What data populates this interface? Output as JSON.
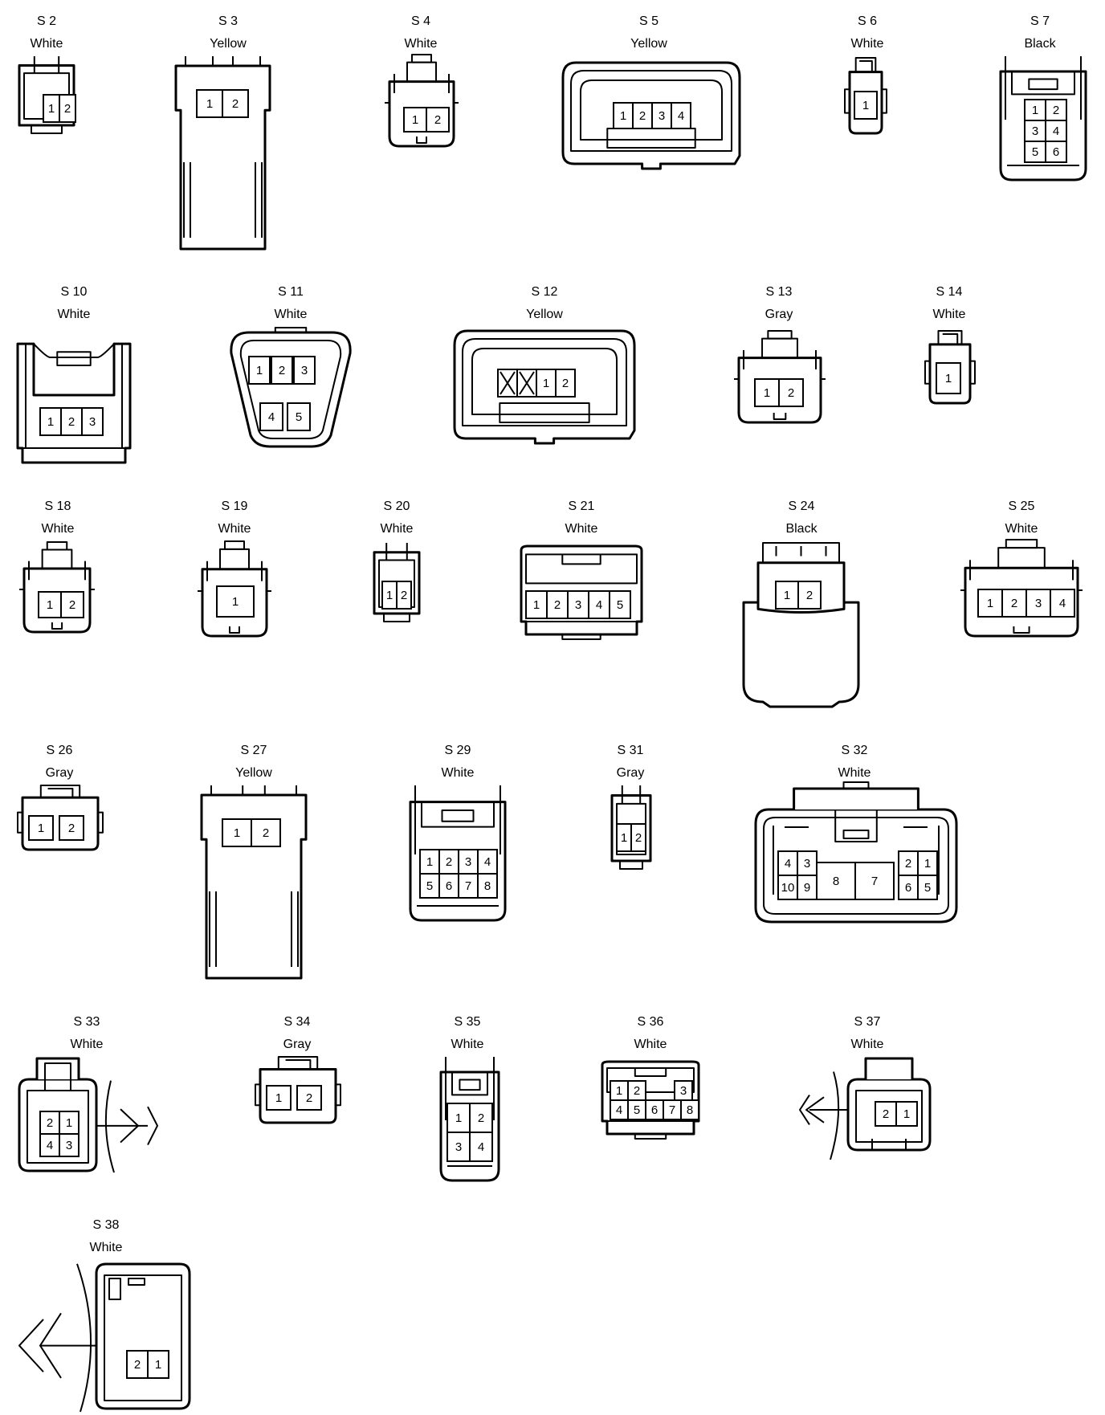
{
  "connectors": [
    {
      "id": "S 2",
      "color": "White",
      "pins": [
        "1",
        "2"
      ]
    },
    {
      "id": "S 3",
      "color": "Yellow",
      "pins": [
        "1",
        "2"
      ]
    },
    {
      "id": "S 4",
      "color": "White",
      "pins": [
        "1",
        "2"
      ]
    },
    {
      "id": "S 5",
      "color": "Yellow",
      "pins": [
        "1",
        "2",
        "3",
        "4"
      ]
    },
    {
      "id": "S 6",
      "color": "White",
      "pins": [
        "1"
      ]
    },
    {
      "id": "S 7",
      "color": "Black",
      "pins": [
        "1",
        "2",
        "3",
        "4",
        "5",
        "6"
      ]
    },
    {
      "id": "S 10",
      "color": "White",
      "pins": [
        "1",
        "2",
        "3"
      ]
    },
    {
      "id": "S 11",
      "color": "White",
      "pins": [
        "1",
        "2",
        "3",
        "4",
        "5"
      ]
    },
    {
      "id": "S 12",
      "color": "Yellow",
      "pins": [
        "1",
        "2"
      ]
    },
    {
      "id": "S 13",
      "color": "Gray",
      "pins": [
        "1",
        "2"
      ]
    },
    {
      "id": "S 14",
      "color": "White",
      "pins": [
        "1"
      ]
    },
    {
      "id": "S 18",
      "color": "White",
      "pins": [
        "1",
        "2"
      ]
    },
    {
      "id": "S 19",
      "color": "White",
      "pins": [
        "1"
      ]
    },
    {
      "id": "S 20",
      "color": "White",
      "pins": [
        "1",
        "2"
      ]
    },
    {
      "id": "S 21",
      "color": "White",
      "pins": [
        "1",
        "2",
        "3",
        "4",
        "5"
      ]
    },
    {
      "id": "S 24",
      "color": "Black",
      "pins": [
        "1",
        "2"
      ]
    },
    {
      "id": "S 25",
      "color": "White",
      "pins": [
        "1",
        "2",
        "3",
        "4"
      ]
    },
    {
      "id": "S 26",
      "color": "Gray",
      "pins": [
        "1",
        "2"
      ]
    },
    {
      "id": "S 27",
      "color": "Yellow",
      "pins": [
        "1",
        "2"
      ]
    },
    {
      "id": "S 29",
      "color": "White",
      "pins": [
        "1",
        "2",
        "3",
        "4",
        "5",
        "6",
        "7",
        "8"
      ]
    },
    {
      "id": "S 31",
      "color": "Gray",
      "pins": [
        "1",
        "2"
      ]
    },
    {
      "id": "S 32",
      "color": "White",
      "pins": [
        "4",
        "3",
        "2",
        "1",
        "10",
        "9",
        "8",
        "7",
        "6",
        "5"
      ]
    },
    {
      "id": "S 33",
      "color": "White",
      "pins": [
        "2",
        "1",
        "4",
        "3"
      ]
    },
    {
      "id": "S 34",
      "color": "Gray",
      "pins": [
        "1",
        "2"
      ]
    },
    {
      "id": "S 35",
      "color": "White",
      "pins": [
        "1",
        "2",
        "3",
        "4"
      ]
    },
    {
      "id": "S 36",
      "color": "White",
      "pins": [
        "1",
        "2",
        "3",
        "4",
        "5",
        "6",
        "7",
        "8"
      ]
    },
    {
      "id": "S 37",
      "color": "White",
      "pins": [
        "2",
        "1"
      ]
    },
    {
      "id": "S 38",
      "color": "White",
      "pins": [
        "2",
        "1"
      ]
    }
  ]
}
